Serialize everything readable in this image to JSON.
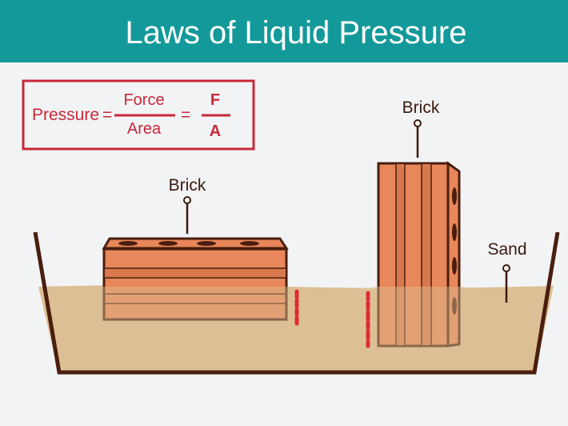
{
  "title": "Laws of Liquid Pressure",
  "formula": {
    "lhs": "Pressure",
    "eq": "=",
    "numerator": "Force",
    "denominator": "Area",
    "num_symbol": "F",
    "den_symbol": "A"
  },
  "labels": {
    "brick_flat": "Brick",
    "brick_upright": "Brick",
    "sand": "Sand"
  },
  "colors": {
    "header": "#14999a",
    "formula": "#c8283a",
    "brick": "#e8875a",
    "sand": "#dcbf94",
    "outline": "#4a1e0e",
    "marker": "#e02a35"
  }
}
